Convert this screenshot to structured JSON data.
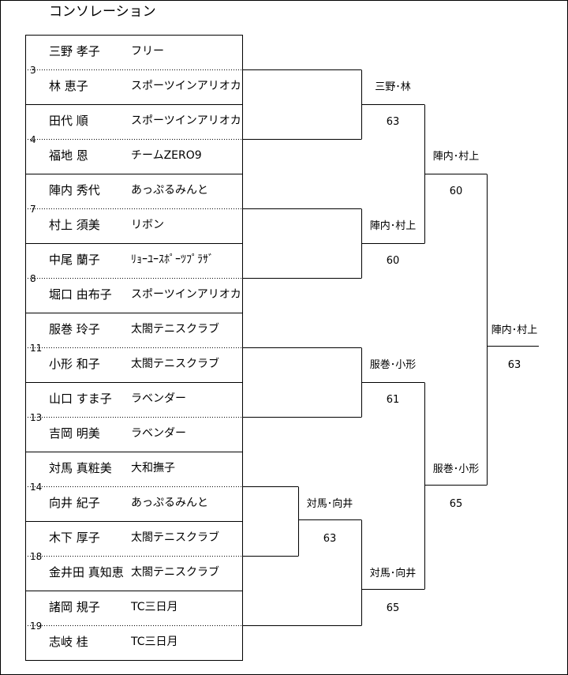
{
  "title": "コンソレーション",
  "players": [
    {
      "name": "三野 孝子",
      "club": "フリー"
    },
    {
      "name": "林 恵子",
      "club": "スポーツインアリオカ"
    },
    {
      "name": "田代 順",
      "club": "スポーツインアリオカ"
    },
    {
      "name": "福地 恩",
      "club": "チームZERO9"
    },
    {
      "name": "陣内 秀代",
      "club": "あっぷるみんと"
    },
    {
      "name": "村上 須美",
      "club": "リボン"
    },
    {
      "name": "中尾 蘭子",
      "club": "ﾘｮｰﾕｰｽﾎﾟｰﾂﾌﾟﾗｻﾞ"
    },
    {
      "name": "堀口 由布子",
      "club": "スポーツインアリオカ"
    },
    {
      "name": "服巻 玲子",
      "club": "太閤テニスクラブ"
    },
    {
      "name": "小形 和子",
      "club": "太閤テニスクラブ"
    },
    {
      "name": "山口 すま子",
      "club": "ラベンダー"
    },
    {
      "name": "吉岡 明美",
      "club": "ラベンダー"
    },
    {
      "name": "対馬 真粧美",
      "club": "大和撫子"
    },
    {
      "name": "向井 紀子",
      "club": "あっぷるみんと"
    },
    {
      "name": "木下 厚子",
      "club": "太閤テニスクラブ"
    },
    {
      "name": "金井田 真知恵",
      "club": "太閤テニスクラブ"
    },
    {
      "name": "諸岡 規子",
      "club": "TC三日月"
    },
    {
      "name": "志岐 桂",
      "club": "TC三日月"
    }
  ],
  "seeds": [
    "3",
    "4",
    "7",
    "8",
    "11",
    "13",
    "14",
    "18",
    "19"
  ],
  "results": [
    {
      "winner": "三野･林",
      "score": "63"
    },
    {
      "winner": "陣内･村上",
      "score": "60"
    },
    {
      "winner": "服巻･小形",
      "score": "61"
    },
    {
      "winner": "対馬･向井",
      "score": "63"
    },
    {
      "winner": "対馬･向井",
      "score": "65"
    },
    {
      "winner": "陣内･村上",
      "score": "60"
    },
    {
      "winner": "服巻･小形",
      "score": "65"
    },
    {
      "winner": "陣内･村上",
      "score": "63"
    }
  ]
}
